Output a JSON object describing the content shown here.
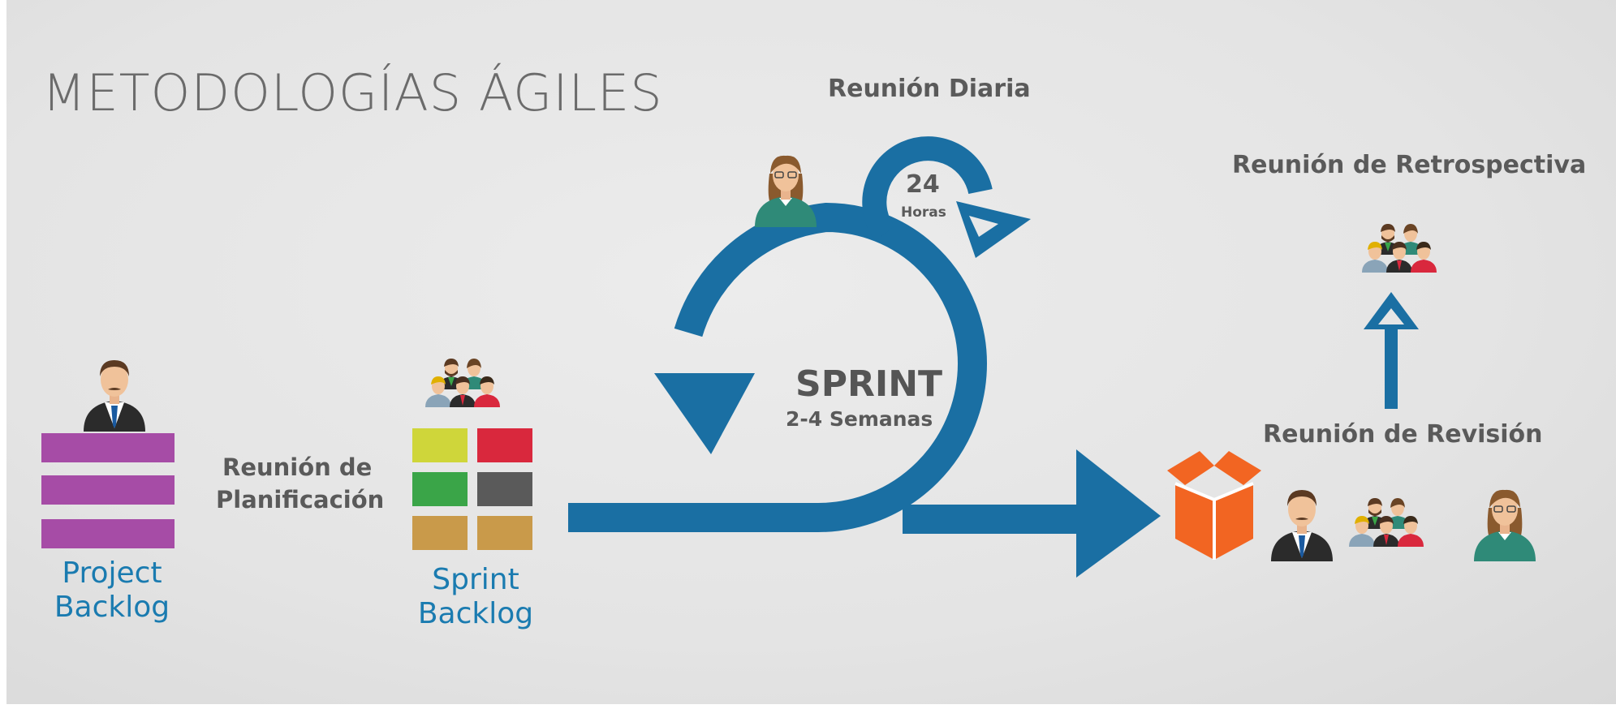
{
  "title": "METODOLOGÍAS ÁGILES",
  "labels": {
    "daily_meeting": "Reunión Diaria",
    "hours_value": "24",
    "hours_unit": "Horas",
    "sprint": "SPRINT",
    "sprint_duration": "2-4 Semanas",
    "planning_line1": "Reunión de",
    "planning_line2": "Planificación",
    "review": "Reunión de Revisión",
    "retrospective": "Reunión de Retrospectiva",
    "project_backlog_line1": "Project",
    "project_backlog_line2": "Backlog",
    "sprint_backlog_line1": "Sprint",
    "sprint_backlog_line2": "Backlog"
  },
  "icons": [
    "person-icon",
    "team-icon",
    "product-box-icon",
    "cycle-arrow-icon",
    "arrow-up-icon"
  ],
  "colors": {
    "primary_blue": "#1a6fa3",
    "label_blue": "#1a7bb0",
    "backlog_purple": "#a64ca6",
    "box_orange": "#f26522",
    "sprint_cell_colors": [
      "#cfd63a",
      "#d9283d",
      "#3aa548",
      "#5a5a5a",
      "#c99a4a",
      "#c99a4a"
    ]
  }
}
